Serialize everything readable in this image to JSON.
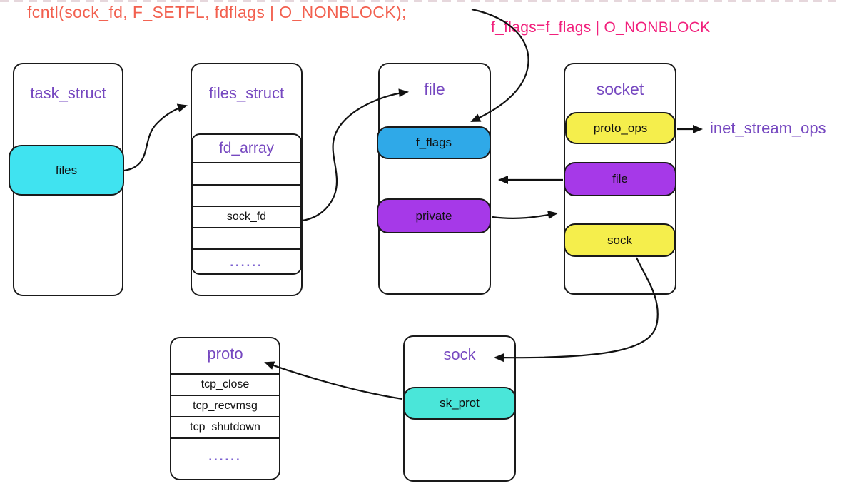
{
  "annotations": {
    "fcntl_call": "fcntl(sock_fd, F_SETFL, fdflags | O_NONBLOCK);",
    "flags_assignment": "f_flags=f_flags | O_NONBLOCK",
    "inet_stream_ops_label": "inet_stream_ops"
  },
  "structs": {
    "task_struct": {
      "title": "task_struct",
      "fields": [
        {
          "label": "files",
          "color": "#40E3F0"
        }
      ]
    },
    "files_struct": {
      "title": "files_struct",
      "fd_array": {
        "title": "fd_array",
        "rows": [
          {
            "label": "",
            "color": "#FFFFFF"
          },
          {
            "label": "",
            "color": "#FFFFFF"
          },
          {
            "label": "sock_fd",
            "color": "#4EE78E"
          },
          {
            "label": "",
            "color": "#FFFFFF"
          },
          {
            "label": "......",
            "color": "#FFFFFF"
          }
        ]
      }
    },
    "file": {
      "title": "file",
      "fields": [
        {
          "label": "f_flags",
          "color": "#2FA9E8"
        },
        {
          "label": "private",
          "color": "#A639E8"
        }
      ]
    },
    "socket": {
      "title": "socket",
      "fields": [
        {
          "label": "proto_ops",
          "color": "#F5EE4C"
        },
        {
          "label": "file",
          "color": "#A639E8"
        },
        {
          "label": "sock",
          "color": "#F5EE4C"
        }
      ]
    },
    "proto": {
      "title": "proto",
      "rows": [
        {
          "label": "tcp_close",
          "color": "#FFFFFF"
        },
        {
          "label": "tcp_recvmsg",
          "color": "#8CE455"
        },
        {
          "label": "tcp_shutdown",
          "color": "#FFFFFF"
        },
        {
          "label": "......",
          "color": "#FFFFFF"
        }
      ]
    },
    "sock": {
      "title": "sock",
      "fields": [
        {
          "label": "sk_prot",
          "color": "#4AE6D9"
        }
      ]
    }
  },
  "theme": {
    "title_text": "#7648C0",
    "fcntl_text": "#F2604F",
    "assignment_text": "#F1207C",
    "field_text": "#111111",
    "border": "#1A1A1A",
    "dots_text": "#7A5FD0"
  }
}
